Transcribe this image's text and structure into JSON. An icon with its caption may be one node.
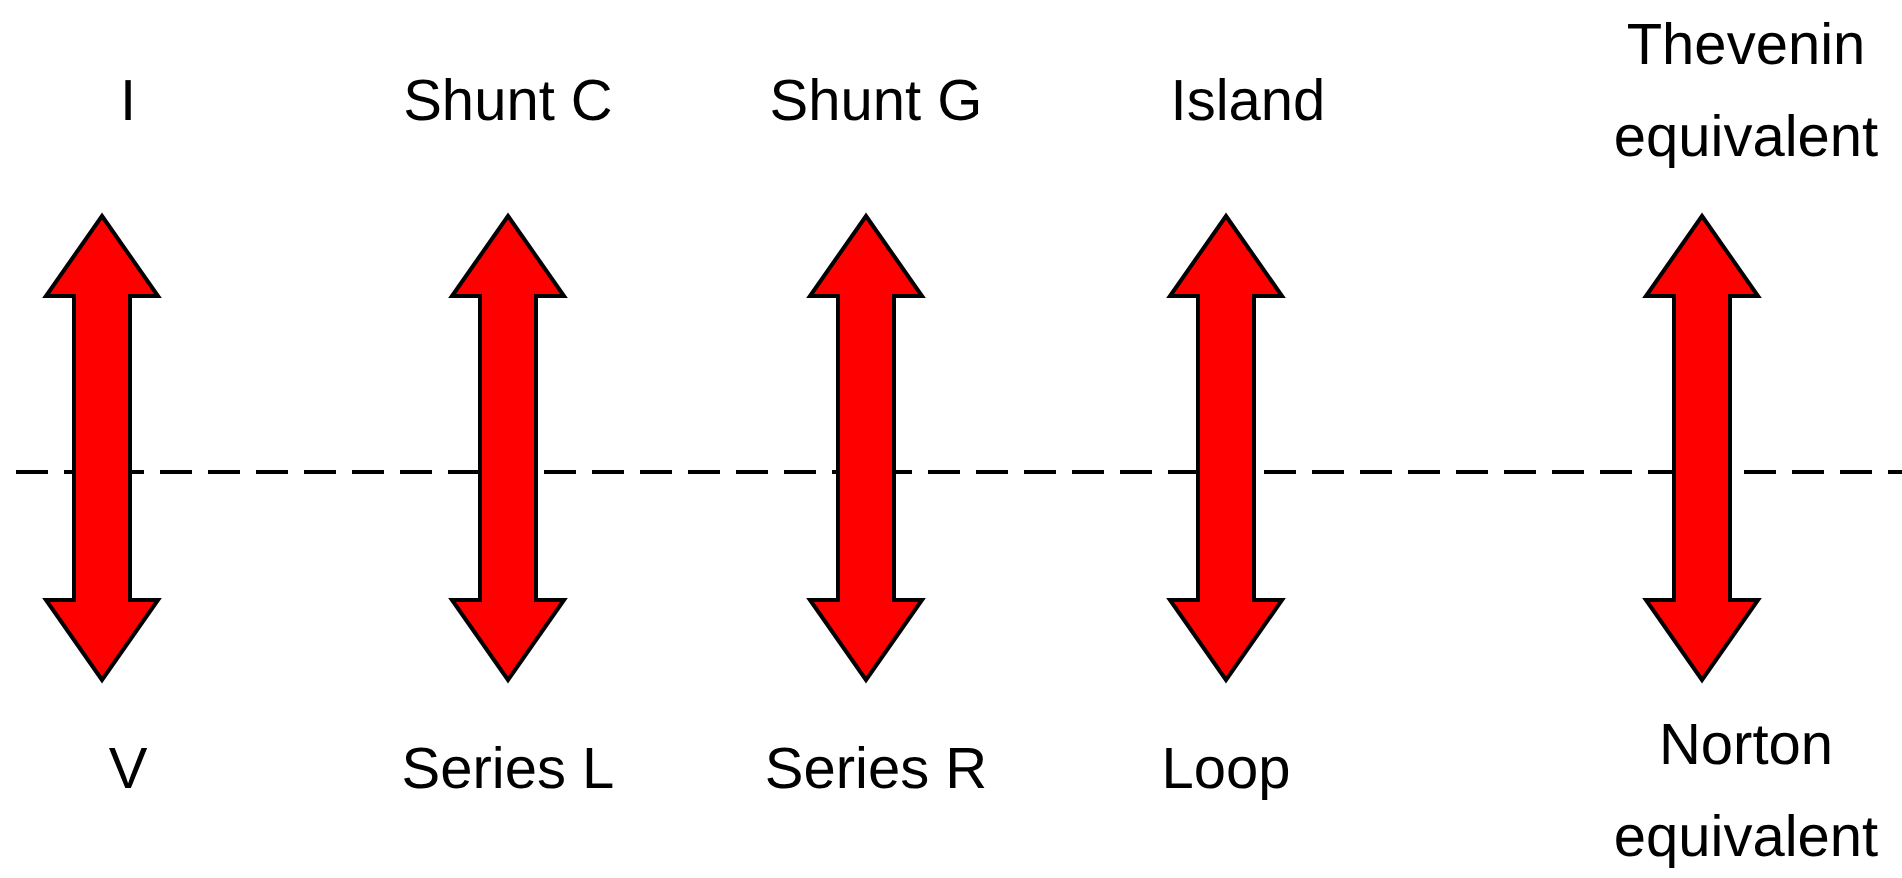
{
  "diagram": {
    "nodes": [
      {
        "text": [
          "I"
        ]
      },
      {
        "text": [
          "Shunt C"
        ]
      },
      {
        "text": [
          "Shunt G"
        ]
      },
      {
        "text": [
          "Island"
        ]
      },
      {
        "text": [
          "Thevenin equivalent"
        ]
      },
      {
        "text": [
          "V"
        ]
      },
      {
        "text": [
          "Series L"
        ]
      },
      {
        "text": [
          "Series R"
        ]
      },
      {
        "text": [
          "Loop"
        ]
      },
      {
        "text": [
          "Norton equivalent"
        ]
      }
    ],
    "edges": [
      {
        "from": 0,
        "to": 5,
        "arrow": "both",
        "style": "thick",
        "color": "#ff0000"
      },
      {
        "from": 1,
        "to": 6,
        "arrow": "both",
        "style": "thick",
        "color": "#ff0000"
      },
      {
        "from": 2,
        "to": 7,
        "arrow": "both",
        "style": "thick",
        "color": "#ff0000"
      },
      {
        "from": 3,
        "to": 8,
        "arrow": "both",
        "style": "thick",
        "color": "#ff0000"
      },
      {
        "from": 4,
        "to": 9,
        "arrow": "both",
        "style": "thick",
        "color": "#ff0000"
      }
    ]
  }
}
